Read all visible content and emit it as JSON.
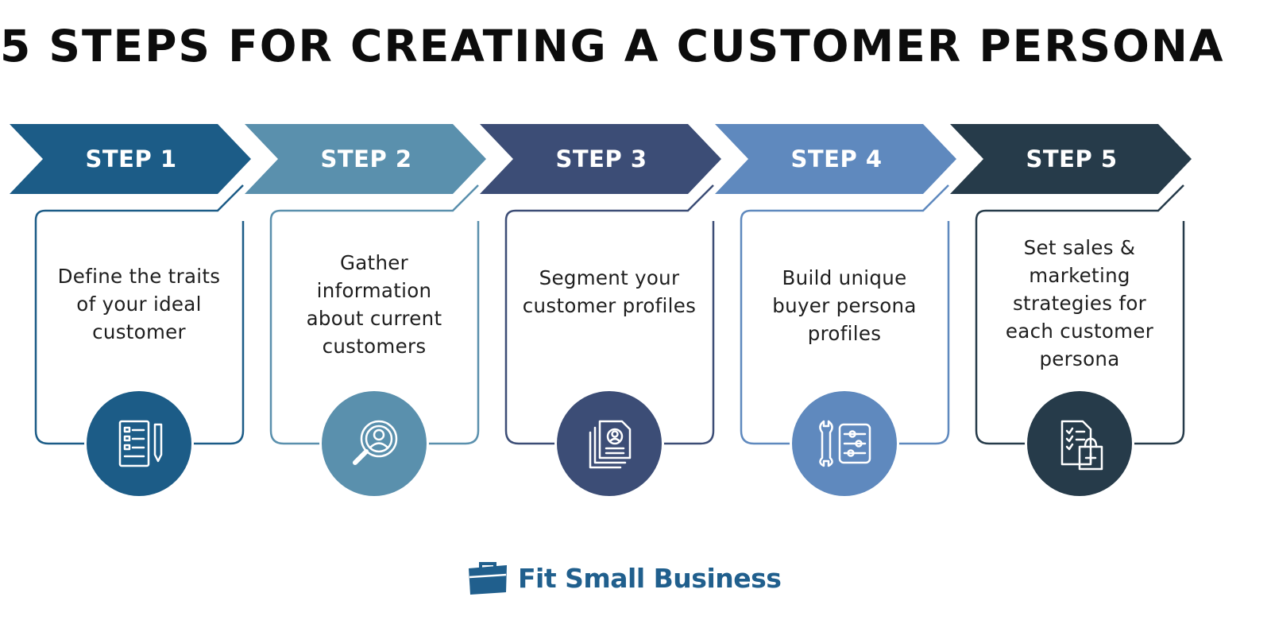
{
  "title": "5 STEPS FOR CREATING A CUSTOMER PERSONA",
  "steps": [
    {
      "label": "STEP 1",
      "text": "Define the traits of your ideal customer",
      "color": "#1c5c87",
      "icon": "checklist-with-pencil-icon"
    },
    {
      "label": "STEP 2",
      "text": "Gather information about current customers",
      "color": "#5a90ad",
      "icon": "magnifier-person-icon"
    },
    {
      "label": "STEP 3",
      "text": "Segment your customer profiles",
      "color": "#3c4d76",
      "icon": "stacked-profile-documents-icon"
    },
    {
      "label": "STEP 4",
      "text": "Build unique buyer persona profiles",
      "color": "#5f89be",
      "icon": "wrench-settings-panel-icon"
    },
    {
      "label": "STEP 5",
      "text": "Set sales & marketing strategies for each customer persona",
      "color": "#263b4a",
      "icon": "checklist-shopping-bag-icon"
    }
  ],
  "logo": {
    "name": "Fit Small Business",
    "color": "#205f8d",
    "icon": "briefcase-icon"
  }
}
